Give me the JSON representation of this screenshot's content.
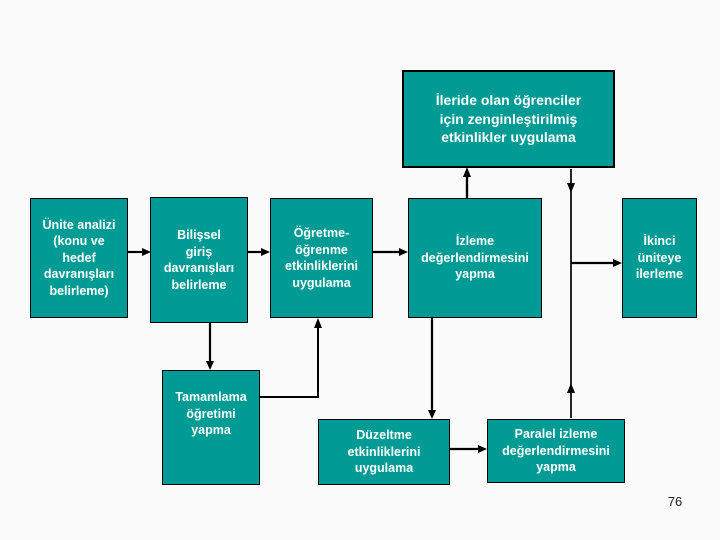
{
  "slide": {
    "page_number": "76",
    "background_color": "#fbfafa",
    "node_fill_color": "#009B94",
    "node_border_color": "#000000",
    "node_text_color": "#FFFFFF",
    "arrow_color": "#000000"
  },
  "flowchart": {
    "nodes": {
      "enrichment": {
        "label": "İleride olan öğrenciler\niçin zenginleştirilmiş\netkinlikler uygulama"
      },
      "unit_analysis": {
        "label": "Ünite analizi\n(konu ve\nhedef\ndavranışları\nbelirleme)"
      },
      "cognitive_entry": {
        "label": "Bilişsel\ngiriş\ndavranışları\nbelirleme"
      },
      "teaching_activities": {
        "label": "Öğretme-\nöğrenme\netkinliklerini\nuygulama"
      },
      "monitoring_evaluation": {
        "label": "İzleme\ndeğerlendirmesini\nyapma"
      },
      "next_unit": {
        "label": "İkinci\nüniteye\nilerleme"
      },
      "completion_teaching": {
        "label": "Tamamlama\nöğretimi\nyapma"
      },
      "correction_activities": {
        "label": "Düzeltme\netkinliklerini\nuygulama"
      },
      "parallel_evaluation": {
        "label": "Paralel izleme\ndeğerlendirmesini\nyapma"
      }
    }
  }
}
